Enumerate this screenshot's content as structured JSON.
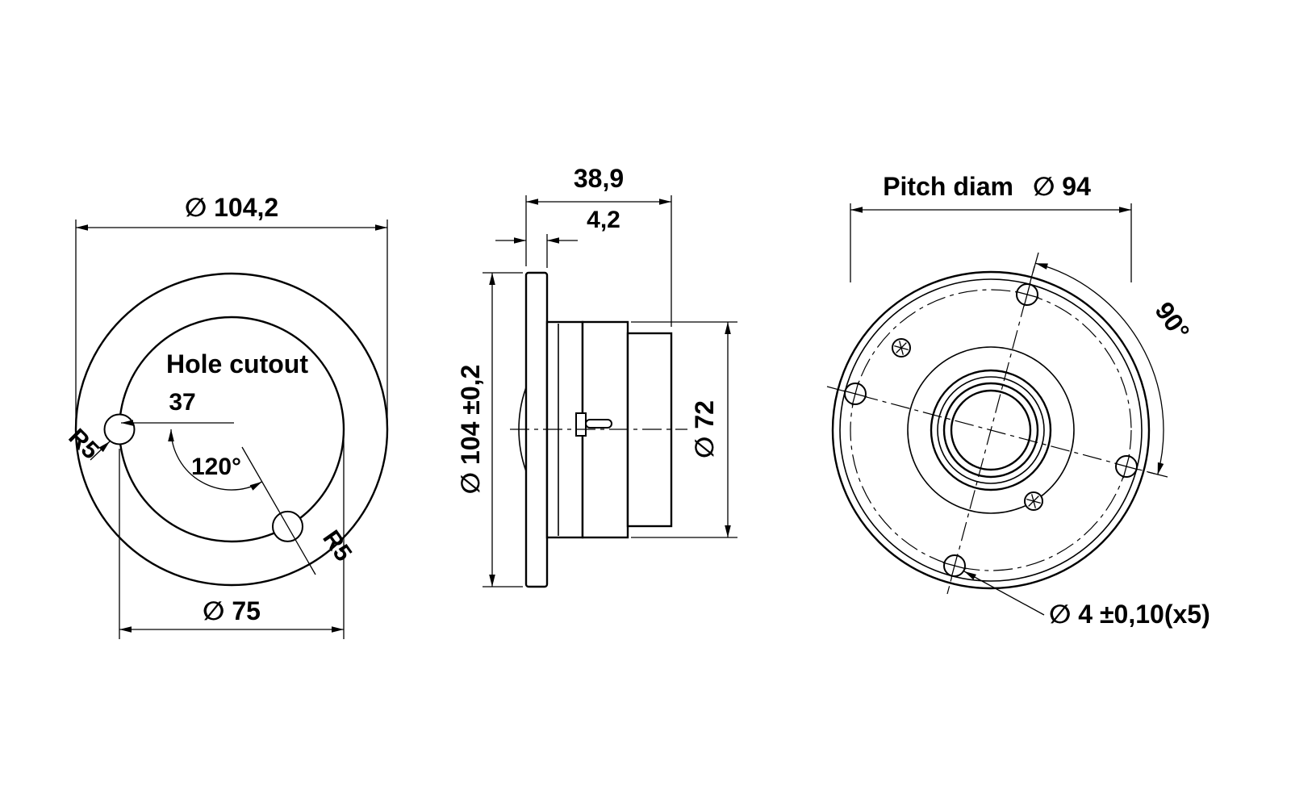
{
  "drawing": {
    "colors": {
      "line": "#000000",
      "background": "#ffffff"
    },
    "cutout_view": {
      "title": "Hole cutout",
      "outer_diameter": "∅ 104,2",
      "cutout_diameter": "∅ 75",
      "notch_offset": "37",
      "notch_angle": "120°",
      "notch_radius_left": "R5",
      "notch_radius_right": "R5"
    },
    "side_view": {
      "total_depth": "38,9",
      "flange_thickness": "4,2",
      "flange_diameter": "∅ 104 ±0,2",
      "magnet_diameter": "∅ 72"
    },
    "front_view": {
      "pitch_label": "Pitch diam",
      "pitch_diameter": "∅ 94",
      "hole_angle": "90°",
      "mounting_holes": "∅ 4 ±0,10(x5)"
    }
  }
}
